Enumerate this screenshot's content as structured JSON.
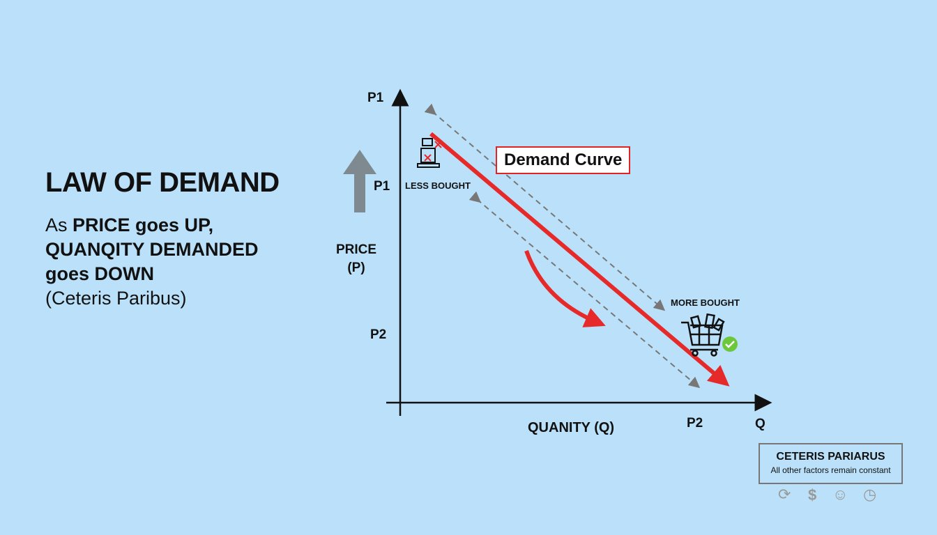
{
  "title": "LAW OF DEMAND",
  "description": {
    "l1_pre": "As ",
    "l1_b": "PRICE goes UP,",
    "l2": "QUANQITY DEMANDED",
    "l3": "goes DOWN",
    "l4": "(Ceteris Paribus)"
  },
  "axes": {
    "y_top": "P1",
    "y_p1": "P1",
    "y_p2": "P2",
    "y_label_1": "PRICE",
    "y_label_2": "(P)",
    "x_label": "QUANITY (Q)",
    "x_p2": "P2",
    "x_end": "Q"
  },
  "annotations": {
    "less": "LESS BOUGHT",
    "more": "MORE BOUGHT",
    "curve": "Demand Curve"
  },
  "ceteris": {
    "title": "CETERIS PARIARUS",
    "subtitle": "All other factors remain constant",
    "icons": [
      "cycle-dollar-icon",
      "dollar-icon",
      "smiley-icon",
      "clock-icon"
    ]
  },
  "colors": {
    "curve": "#e62a2a",
    "bg": "#bae1f9",
    "check": "#6cc83a"
  }
}
